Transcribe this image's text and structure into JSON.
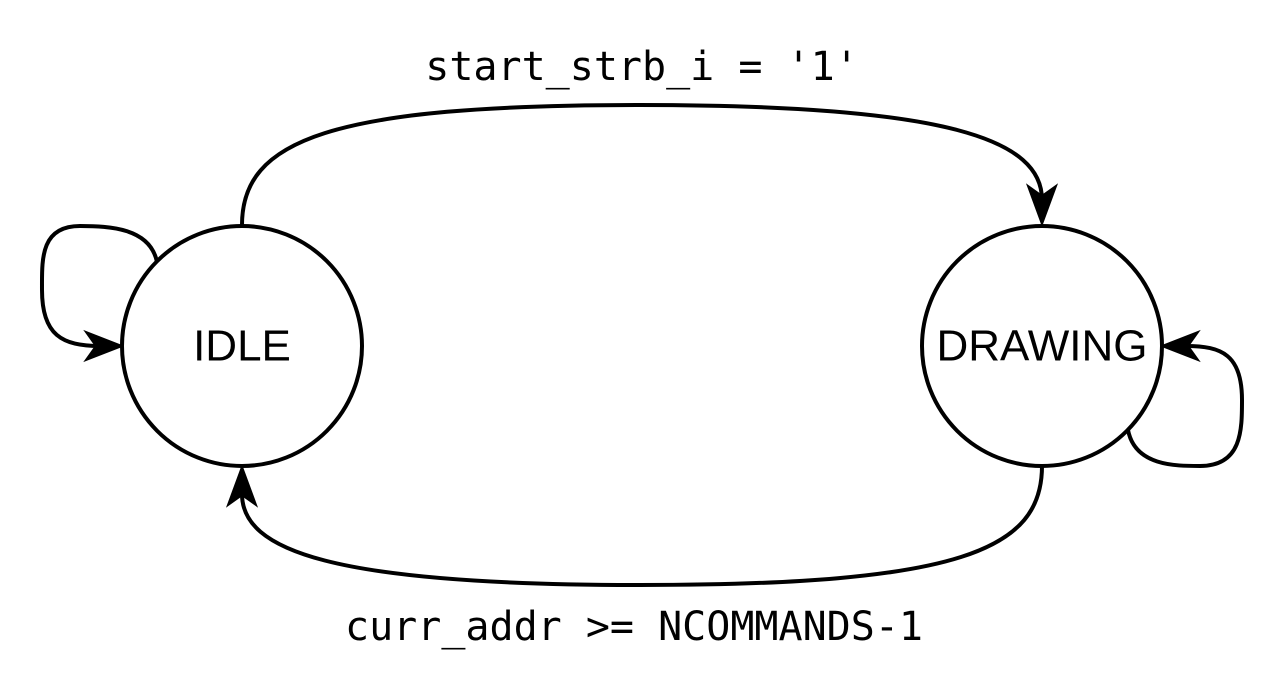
{
  "diagram": {
    "states": {
      "idle": {
        "label": "IDLE"
      },
      "drawing": {
        "label": "DRAWING"
      }
    },
    "transitions": {
      "idle_to_drawing": {
        "label": "start_strb_i = '1'"
      },
      "drawing_to_idle": {
        "label": "curr_addr >= NCOMMANDS-1"
      }
    }
  }
}
